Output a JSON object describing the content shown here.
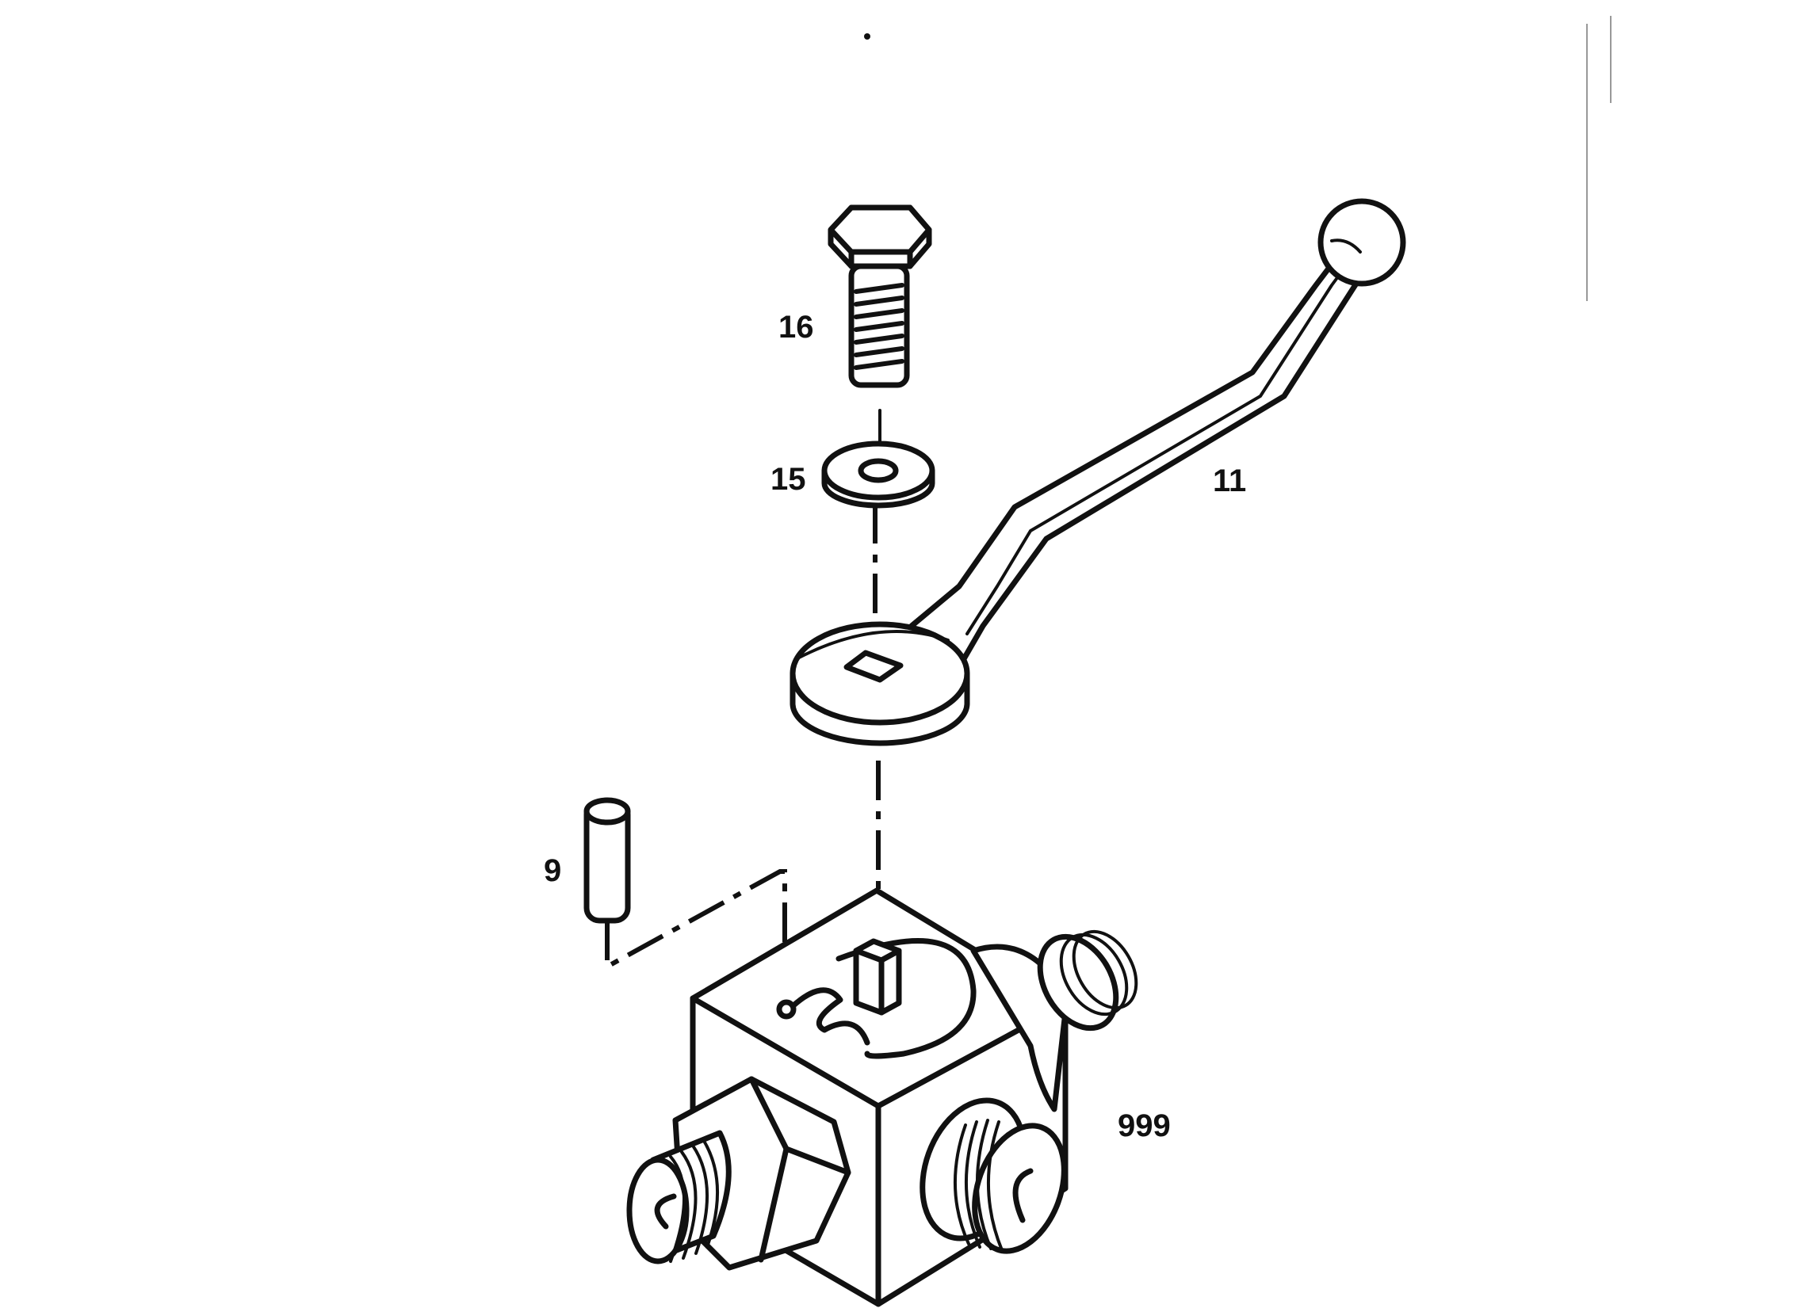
{
  "callouts": {
    "bolt": "16",
    "washer": "15",
    "handle": "11",
    "pin": "9",
    "valve_body": "999"
  },
  "colors": {
    "ink": "#111111",
    "paper": "#ffffff"
  }
}
